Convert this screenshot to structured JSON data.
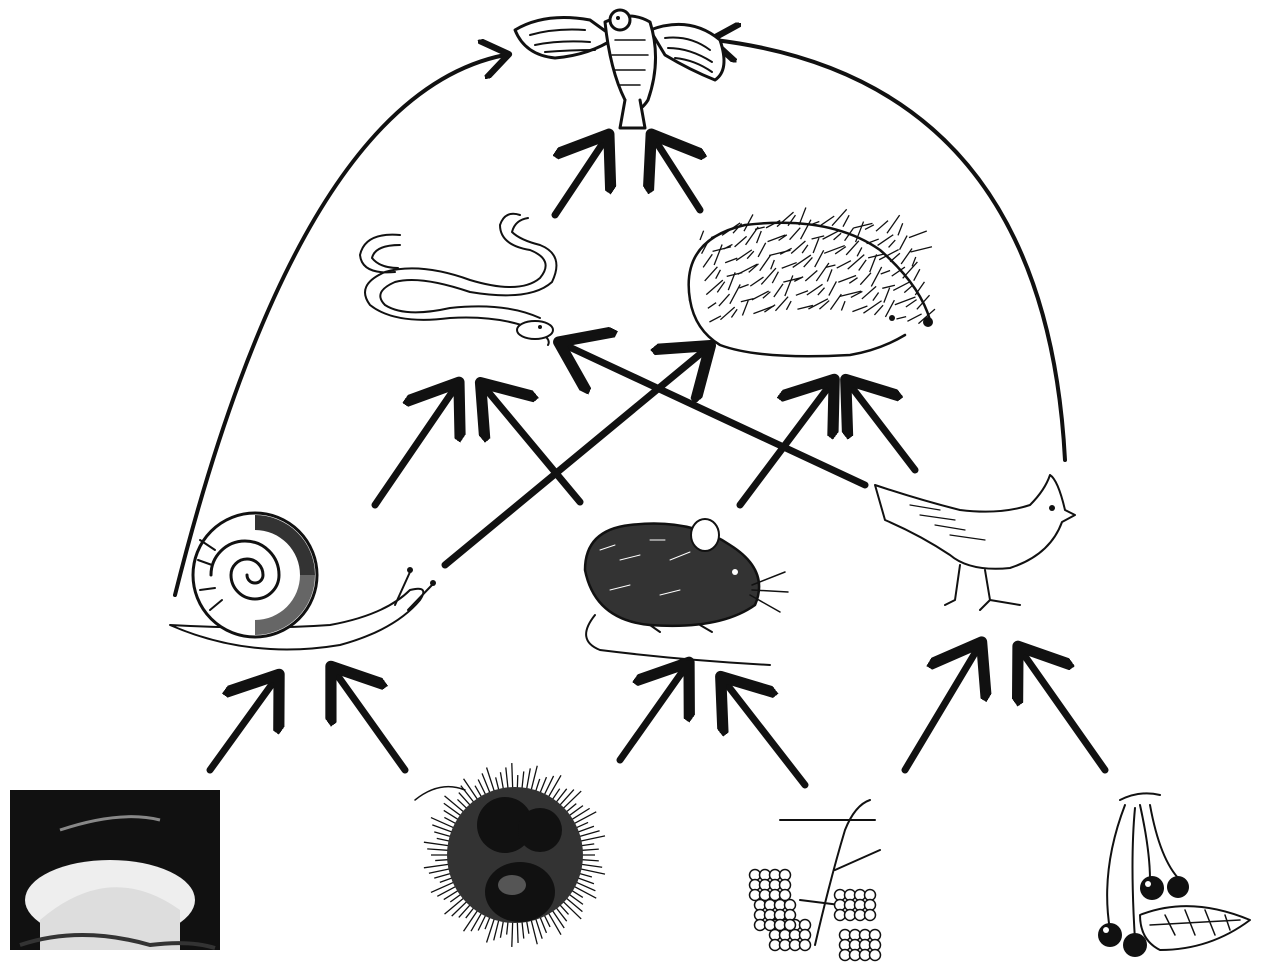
{
  "diagram": {
    "type": "food-web",
    "colors": {
      "ink": "#111111",
      "paper": "#ffffff"
    },
    "organisms": [
      {
        "id": "hawk",
        "icon": "hawk-icon",
        "trophic_level": "top-predator"
      },
      {
        "id": "snake",
        "icon": "snake-icon",
        "trophic_level": "secondary-consumer"
      },
      {
        "id": "hedgehog",
        "icon": "hedgehog-icon",
        "trophic_level": "secondary-consumer"
      },
      {
        "id": "snail",
        "icon": "snail-icon",
        "trophic_level": "primary-consumer"
      },
      {
        "id": "mouse",
        "icon": "mouse-icon",
        "trophic_level": "primary-consumer"
      },
      {
        "id": "bird",
        "icon": "bird-icon",
        "trophic_level": "primary-consumer"
      },
      {
        "id": "mushroom",
        "icon": "mushroom-icon",
        "trophic_level": "producer"
      },
      {
        "id": "chestnut",
        "icon": "chestnut-icon",
        "trophic_level": "producer"
      },
      {
        "id": "blackberry",
        "icon": "blackberry-icon",
        "trophic_level": "producer"
      },
      {
        "id": "berries",
        "icon": "berries-icon",
        "trophic_level": "producer"
      }
    ],
    "arrows": [
      {
        "from": "mushroom",
        "to": "snail"
      },
      {
        "from": "chestnut",
        "to": "snail"
      },
      {
        "from": "chestnut",
        "to": "mouse"
      },
      {
        "from": "blackberry",
        "to": "mouse"
      },
      {
        "from": "blackberry",
        "to": "bird"
      },
      {
        "from": "berries",
        "to": "bird"
      },
      {
        "from": "snail",
        "to": "snake"
      },
      {
        "from": "snail",
        "to": "hedgehog"
      },
      {
        "from": "snail",
        "to": "hawk"
      },
      {
        "from": "mouse",
        "to": "snake"
      },
      {
        "from": "mouse",
        "to": "hedgehog"
      },
      {
        "from": "bird",
        "to": "snake"
      },
      {
        "from": "bird",
        "to": "hedgehog"
      },
      {
        "from": "bird",
        "to": "hawk"
      },
      {
        "from": "snake",
        "to": "hawk"
      },
      {
        "from": "hedgehog",
        "to": "hawk"
      }
    ]
  }
}
